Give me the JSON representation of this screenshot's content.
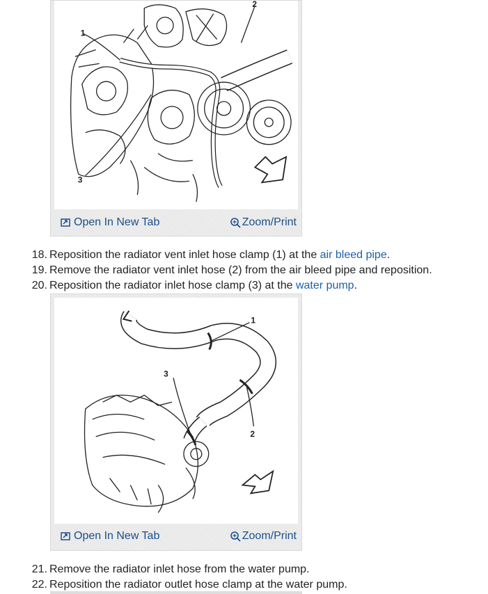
{
  "figures": [
    {
      "open_tab_label": "Open In New Tab",
      "zoom_label": "Zoom/Print",
      "callouts": [
        "1",
        "2",
        "3"
      ]
    },
    {
      "open_tab_label": "Open In New Tab",
      "zoom_label": "Zoom/Print",
      "callouts": [
        "1",
        "2",
        "3"
      ]
    }
  ],
  "steps_a": [
    {
      "num": "18.",
      "pre": "Reposition the radiator vent inlet hose clamp (1) at the ",
      "link": "air bleed pipe",
      "post": "."
    },
    {
      "num": "19.",
      "pre": "Remove the radiator vent inlet hose (2) from the air bleed pipe and reposition.",
      "link": "",
      "post": ""
    },
    {
      "num": "20.",
      "pre": "Reposition the radiator inlet hose clamp (3) at the ",
      "link": "water pump",
      "post": "."
    }
  ],
  "steps_b": [
    {
      "num": "21.",
      "pre": "Remove the radiator inlet hose from the water pump.",
      "link": "",
      "post": ""
    },
    {
      "num": "22.",
      "pre": "Reposition the radiator outlet hose clamp at the water pump.",
      "link": "",
      "post": ""
    }
  ]
}
